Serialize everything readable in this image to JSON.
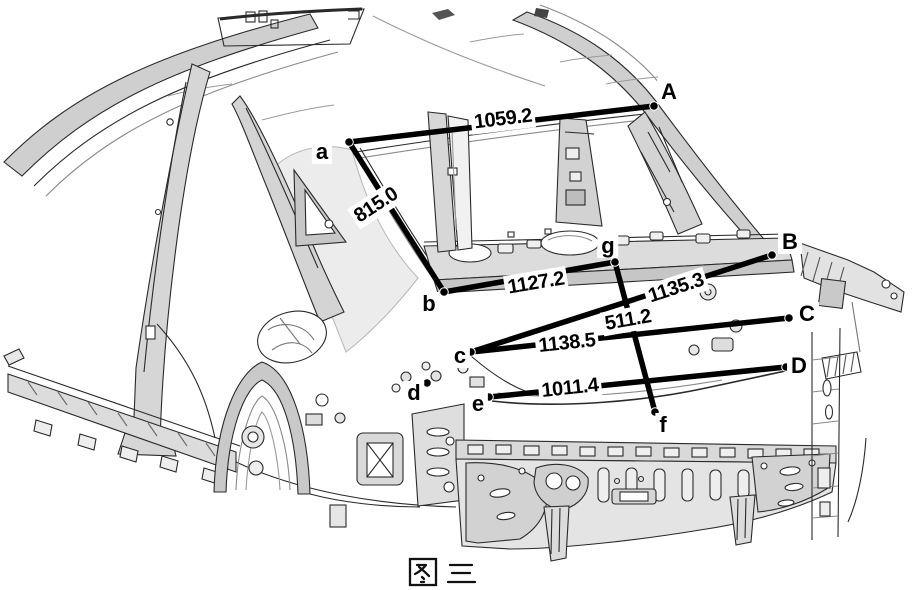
{
  "figure": {
    "caption": "图三"
  },
  "points": [
    {
      "id": "a",
      "label": "a"
    },
    {
      "id": "A",
      "label": "A"
    },
    {
      "id": "b",
      "label": "b"
    },
    {
      "id": "g",
      "label": "g"
    },
    {
      "id": "B",
      "label": "B"
    },
    {
      "id": "c",
      "label": "c"
    },
    {
      "id": "C",
      "label": "C"
    },
    {
      "id": "d",
      "label": "d"
    },
    {
      "id": "e",
      "label": "e"
    },
    {
      "id": "D",
      "label": "D"
    },
    {
      "id": "f",
      "label": "f"
    }
  ],
  "measurements": [
    {
      "from": "a",
      "to": "A",
      "value": "1059.2"
    },
    {
      "from": "a",
      "to": "b",
      "value": "815.0"
    },
    {
      "from": "b",
      "to": "g",
      "value": "1127.2"
    },
    {
      "from": "c",
      "to": "B",
      "value": "1135.3"
    },
    {
      "from": "g",
      "to": "f",
      "value": "511.2"
    },
    {
      "from": "c",
      "to": "C",
      "value": "1138.5"
    },
    {
      "from": "e",
      "to": "D",
      "value": "1011.4"
    }
  ],
  "colors": {
    "measurement_line": "#000000",
    "label_text": "#000000",
    "label_background": "#ffffff",
    "background": "#ffffff"
  }
}
